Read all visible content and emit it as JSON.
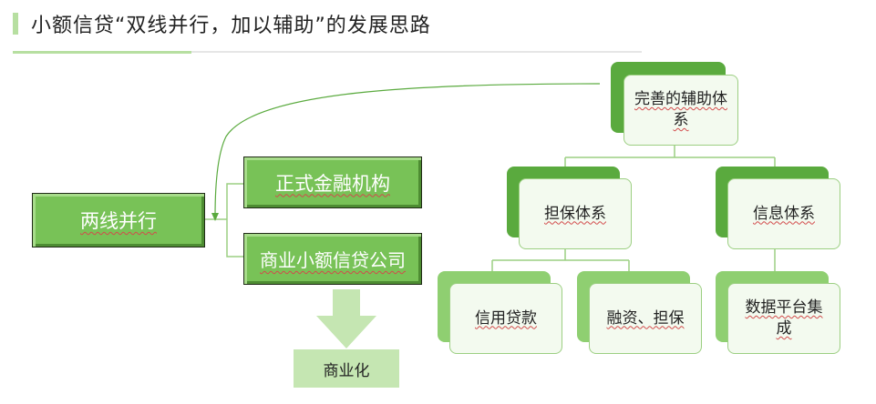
{
  "title": "小额信贷“双线并行，加以辅助”的发展思路",
  "left": {
    "main": "两线并行",
    "branch_top": "正式金融机构",
    "branch_bottom": "商业小额信贷公司",
    "result": "商业化"
  },
  "tree": {
    "root": "完善的辅助体系",
    "level1": [
      "担保体系",
      "信息体系"
    ],
    "level2": [
      "信用贷款",
      "融资、担保",
      "数据平台集成"
    ]
  },
  "colors": {
    "accent": "#78c257",
    "dark_green": "#5aaa3e",
    "light_green": "#c5e6b2",
    "node_fill": "#f3faef"
  }
}
